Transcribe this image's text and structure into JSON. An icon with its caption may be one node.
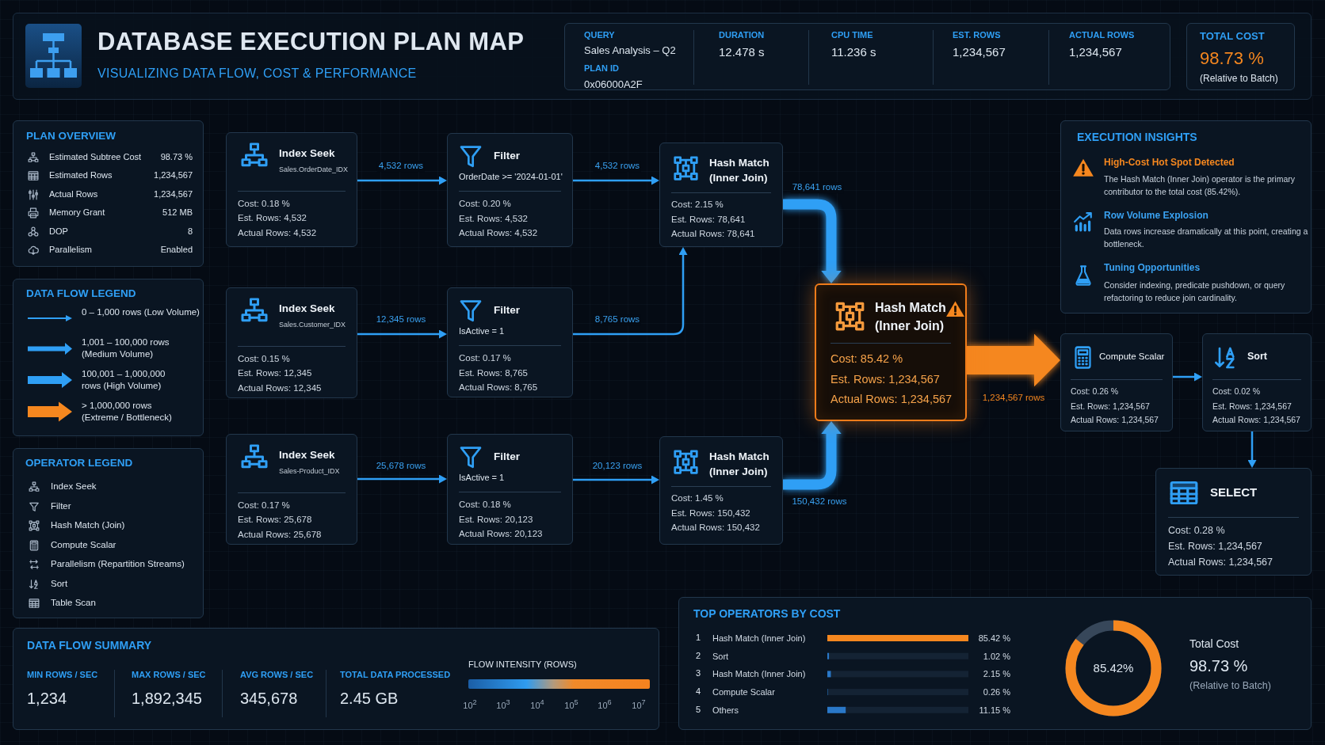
{
  "diagram": {
    "title": "DATABASE EXECUTION PLAN MAP",
    "nodes": [
      {
        "text": [
          "QUERY",
          "Sales Analysis – Q2",
          "PLAN ID",
          "0x06000A2F",
          "DURATION",
          "12.478 s",
          "CPU TIME",
          "11.236 s",
          "EST. ROWS",
          "1,234,567",
          "ACTUAL ROWS",
          "1,234,567"
        ]
      },
      {
        "text": [
          "TOTAL COST",
          "98.73 %",
          "(Relative to Batch)"
        ]
      },
      {
        "text": [
          "PLAN OVERVIEW",
          "Estimated Subtree Cost",
          "98.73 %",
          "Estimated Rows",
          "1,234,567",
          "Actual Rows",
          "1,234,567",
          "Memory Grant",
          "512 MB",
          "DOP",
          "8",
          "Parallelism",
          "Enabled"
        ]
      },
      {
        "text": [
          "DATA FLOW LEGEND"
        ]
      },
      {
        "text": [
          "OPERATOR LEGEND"
        ]
      },
      {
        "text": [
          "Index Seek",
          "Sales.OrderDate_IDX",
          "Cost: 0.18 %",
          "Est. Rows: 4,532",
          "Actual Rows: 4,532"
        ]
      },
      {
        "text": [
          "Filter",
          "OrderDate >= '2024-01-01'",
          "Cost: 0.20 %",
          "Est. Rows: 4,532",
          "Actual Rows: 4,532"
        ]
      },
      {
        "text": [
          "Hash Match (Inner Join)",
          "Cost: 2.15 %",
          "Est. Rows: 78,641",
          "Actual Rows: 78,641"
        ]
      },
      {
        "text": [
          "Index Seek",
          "Sales.Customer_IDX",
          "Cost: 0.15 %",
          "Est. Rows: 12,345",
          "Actual Rows: 12,345"
        ]
      },
      {
        "text": [
          "Filter",
          "IsActive = 1",
          "Cost: 0.17 %",
          "Est. Rows: 8,765",
          "Actual Rows: 8,765"
        ]
      },
      {
        "text": [
          "Index Seek",
          "Sales-Product_IDX",
          "Cost: 0.17 %",
          "Est. Rows: 25,678",
          "Actual Rows: 25,678"
        ]
      },
      {
        "text": [
          "Filter",
          "IsActive = 1",
          "Cost: 0.18 %",
          "Est. Rows: 20,123",
          "Actual Rows: 20,123"
        ]
      },
      {
        "text": [
          "Hash Match (Inner Join)",
          "Cost: 1.45 %",
          "Est. Rows: 150,432",
          "Actual Rows: 150,432"
        ]
      },
      {
        "text": [
          "Hash Match (Inner Join)",
          "Cost: 85.42 %",
          "Est. Rows: 1,234,567",
          "Actual Rows: 1,234,567"
        ]
      },
      {
        "text": [
          "Compute Scalar",
          "Cost: 0.26 %",
          "Est. Rows: 1,234,567",
          "Actual Rows: 1,234,567"
        ]
      },
      {
        "text": [
          "Sort",
          "Cost: 0.02 %",
          "Est. Rows: 1,234,567",
          "Actual Rows: 1,234,567"
        ]
      },
      {
        "text": [
          "SELECT",
          "Cost: 0.28 %",
          "Est. Rows: 1,234,567",
          "Actual Rows: 1,234,567"
        ]
      },
      {
        "text": [
          "EXECUTION INSIGHTS",
          "High-Cost Hot Spot Detected",
          "The Hash Match (Inner Join) operator is the primary contributor to the total cost (85.42%).",
          "Row Volume Explosion",
          "Data rows increase dramatically at this point, creating a bottleneck.",
          "Tuning Opportunities",
          "Consider indexing, predicate pushdown, or query refactoring to reduce join cardinality."
        ]
      },
      {
        "text": [
          "DATA FLOW SUMMARY",
          "MIN ROWS / SEC",
          "1,234",
          "MAX ROWS / SEC",
          "1,892,345",
          "AVG ROWS / SEC",
          "345,678",
          "TOTAL DATA PROCESSED",
          "2.45 GB",
          "FLOW INTENSITY (ROWS)",
          "10$^{2}$",
          "10$^{3}$",
          "10$^{4}$",
          "10$^{5}$",
          "10$^{6}$",
          "10$^{7}$"
        ]
      },
      {
        "text": [
          "TOP OPERATORS BY COST",
          "1",
          "2",
          "3",
          "4",
          "5",
          "85.42%",
          "Total Cost",
          "98.73 %",
          "(Relative to Batch)"
        ]
      }
    ],
    "edges": [
      {
        "from": 5,
        "to": 6,
        "arrow": "to",
        "label": "4,532 rows"
      },
      {
        "from": 6,
        "to": 7,
        "arrow": "to",
        "label": "4,532 rows"
      },
      {
        "from": 8,
        "to": 9,
        "arrow": "to",
        "label": "12,345 rows"
      },
      {
        "from": 9,
        "to": 7,
        "arrow": "to",
        "label": "8,765 rows"
      },
      {
        "from": 10,
        "to": 11,
        "arrow": "to",
        "label": "25,678 rows"
      },
      {
        "from": 11,
        "to": 12,
        "arrow": "to",
        "label": "20,123 rows"
      },
      {
        "from": 7,
        "to": 13,
        "arrow": "to",
        "label": "78,641 rows",
        "style": "thick"
      },
      {
        "from": 12,
        "to": 13,
        "arrow": "to",
        "label": "150,432 rows",
        "style": "thick"
      },
      {
        "from": 13,
        "to": 14,
        "arrow": "to",
        "label": "1,234,567 rows",
        "style": "thick",
        "color": "#f5871f"
      },
      {
        "from": 14,
        "to": 15,
        "arrow": "to"
      },
      {
        "from": 15,
        "to": 16,
        "arrow": "to"
      }
    ],
    "labels": [
      "VISUALIZING DATA FLOW, COST & PERFORMANCE"
    ],
    "legend": [
      {
        "text": "0 – 1,000 rows (Low Volume)"
      },
      {
        "text": "1,001 – 100,000 rows (Medium Volume)"
      },
      {
        "text": "100,001 – 1,000,000 rows (High Volume)"
      },
      {
        "text": "> 1,000,000 rows (Extreme / Bottleneck)"
      },
      {
        "text": "Index Seek"
      },
      {
        "text": "Filter"
      },
      {
        "text": "Hash Match (Join)"
      },
      {
        "text": "Compute Scalar"
      },
      {
        "text": "Parallelism (Repartition Streams)"
      },
      {
        "text": "Sort"
      },
      {
        "text": "Table Scan"
      }
    ],
    "chart_data": {
      "type": "bar",
      "orientation": "horizontal",
      "stacked": true,
      "categories": [
        "Hash Match (Inner Join)",
        "Sort",
        "Hash Match (Inner Join)",
        "Compute Scalar",
        "Others"
      ],
      "series": [
        {
          "color": "#f5871f",
          "values": [
            85.42,
            null,
            null,
            null,
            null
          ],
          "value_labels": [
            "85.42 %",
            null,
            null,
            null,
            null
          ]
        },
        {
          "color": "#2a78c8",
          "values": [
            null,
            1.02,
            2.15,
            0.26,
            11.15
          ],
          "value_labels": [
            null,
            "1.02 %",
            "2.15 %",
            "0.26 %",
            "11.15 %"
          ]
        }
      ],
      "data_labels": true
    }
  }
}
